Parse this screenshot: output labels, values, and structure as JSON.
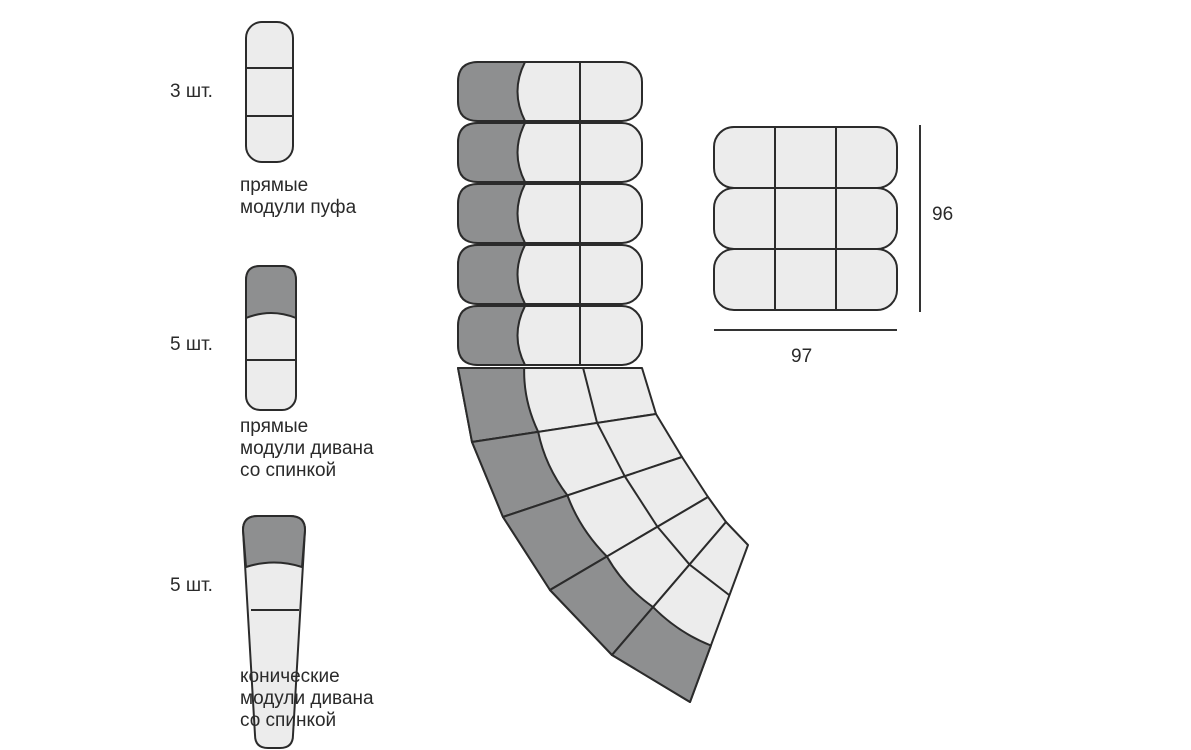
{
  "legend": [
    {
      "count": "3 шт.",
      "lines": [
        "прямые",
        "модули пуфа"
      ]
    },
    {
      "count": "5 шт.",
      "lines": [
        "прямые",
        "модули дивана",
        "со спинкой"
      ]
    },
    {
      "count": "5 шт.",
      "lines": [
        "конические",
        "модули дивана",
        "со спинкой"
      ]
    }
  ],
  "pouf_dimensions": {
    "height": "96",
    "width": "97"
  },
  "colors": {
    "back": "#8e8f90",
    "seat": "#ececec",
    "outline": "#2b2b2b"
  }
}
